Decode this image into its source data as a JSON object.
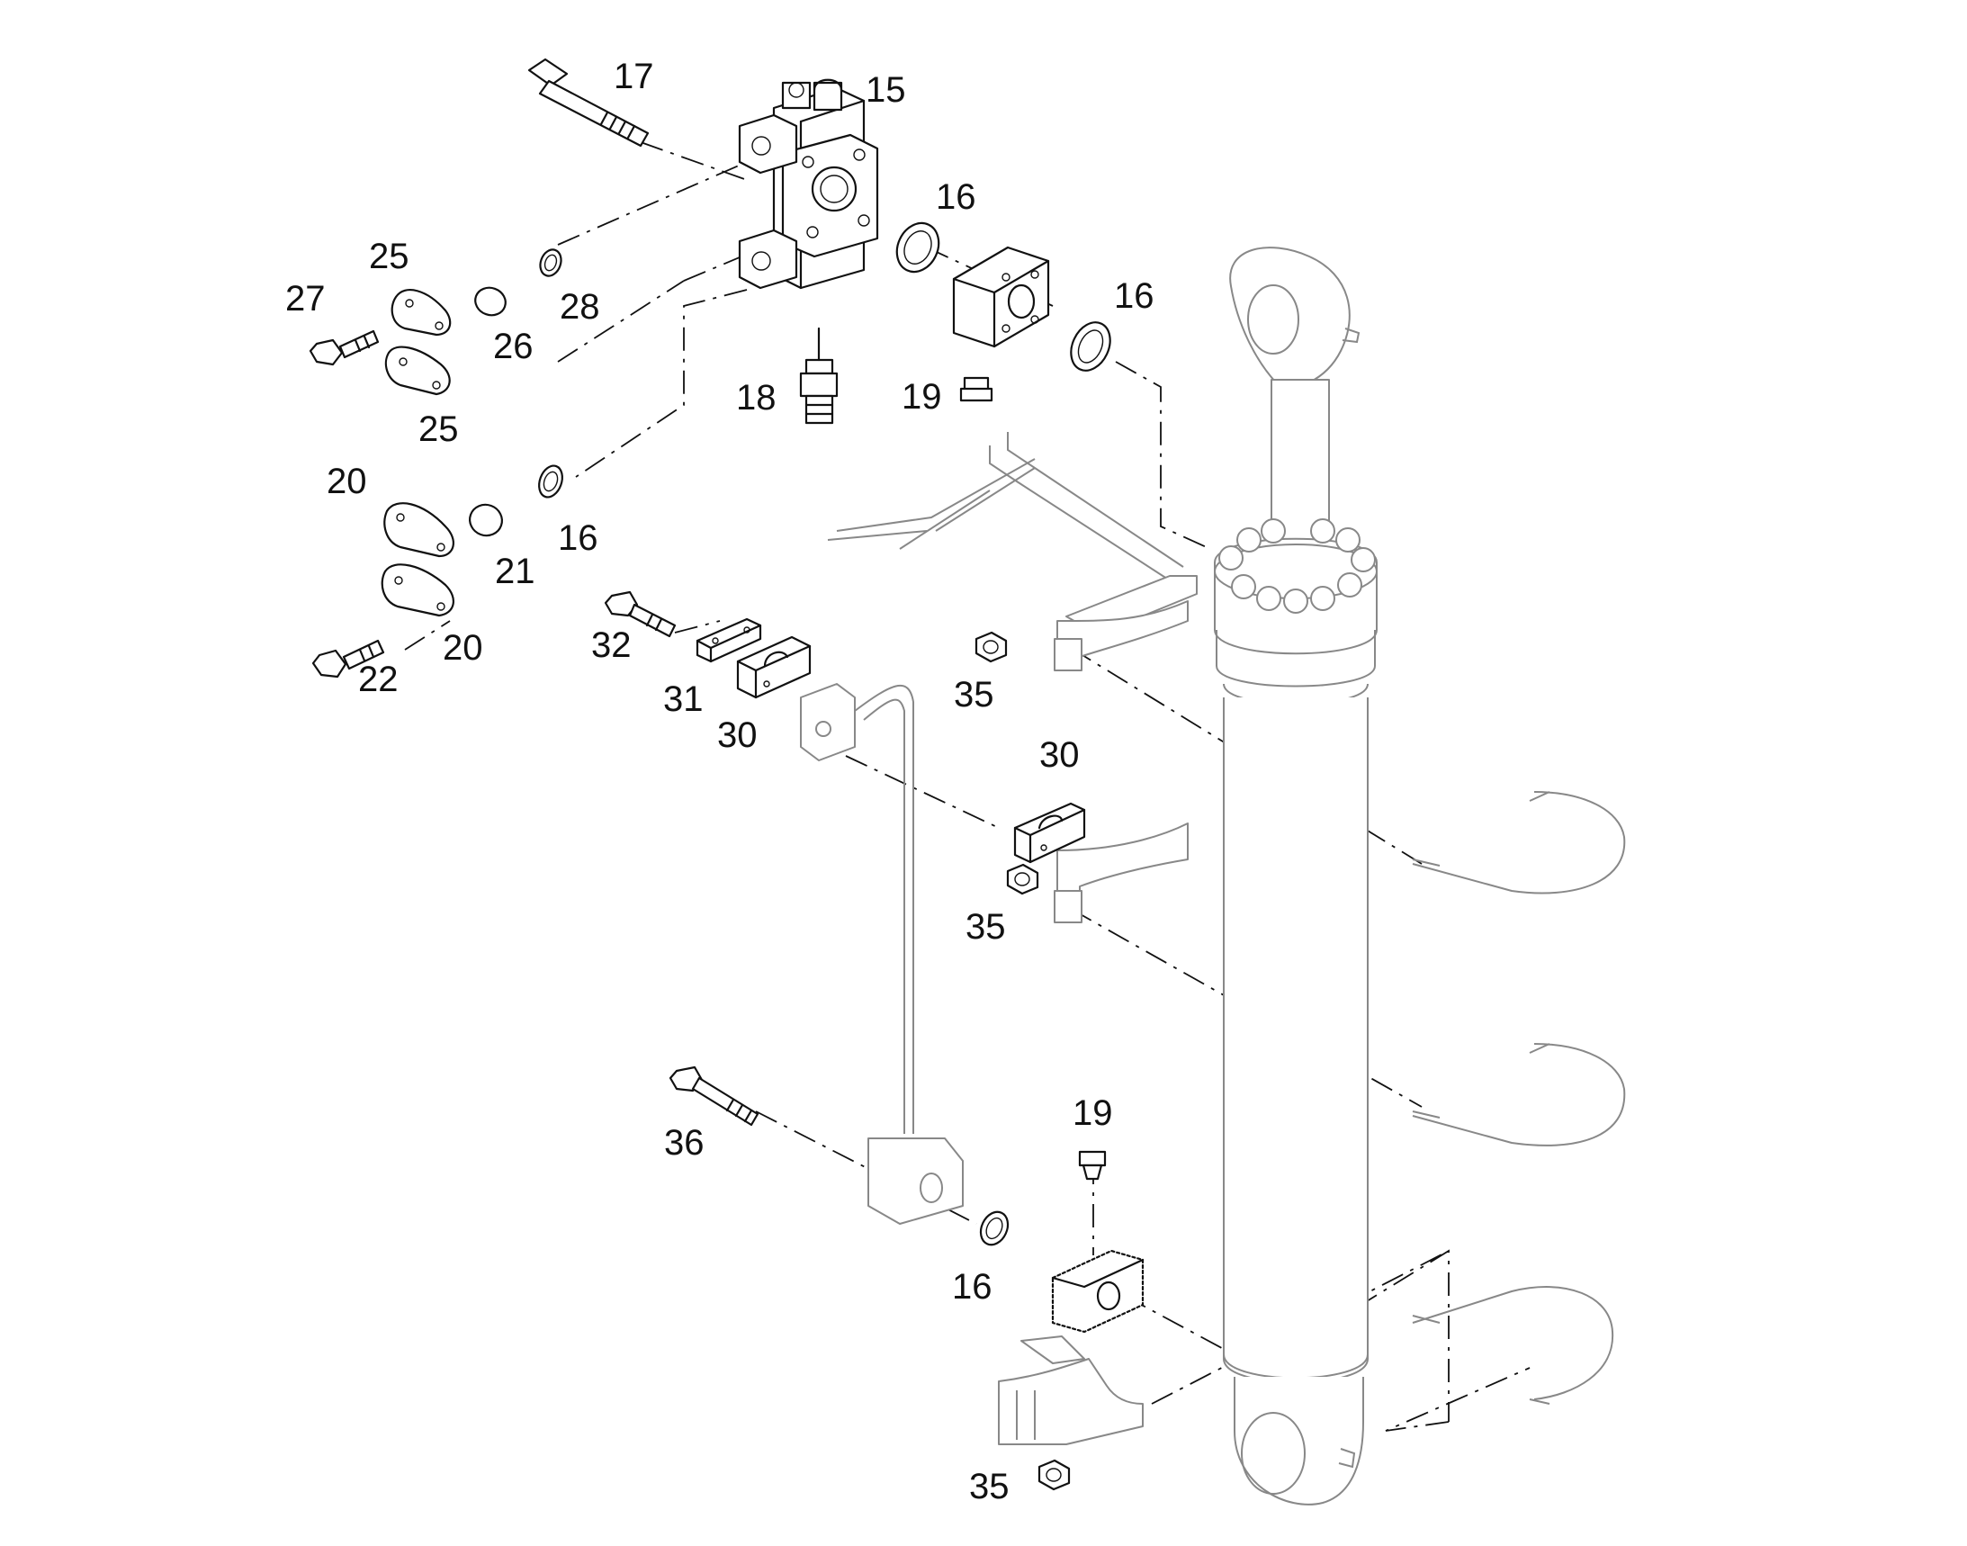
{
  "diagram": {
    "type": "exploded-parts-diagram",
    "callouts": {
      "c15": "15",
      "c16a": "16",
      "c16b": "16",
      "c16c": "16",
      "c16d": "16",
      "c17": "17",
      "c18": "18",
      "c19a": "19",
      "c19b": "19",
      "c20a": "20",
      "c20b": "20",
      "c21": "21",
      "c22": "22",
      "c25a": "25",
      "c25b": "25",
      "c26": "26",
      "c27": "27",
      "c28": "28",
      "c30a": "30",
      "c30b": "30",
      "c31": "31",
      "c32": "32",
      "c35a": "35",
      "c35b": "35",
      "c35c": "35",
      "c36": "36"
    }
  }
}
